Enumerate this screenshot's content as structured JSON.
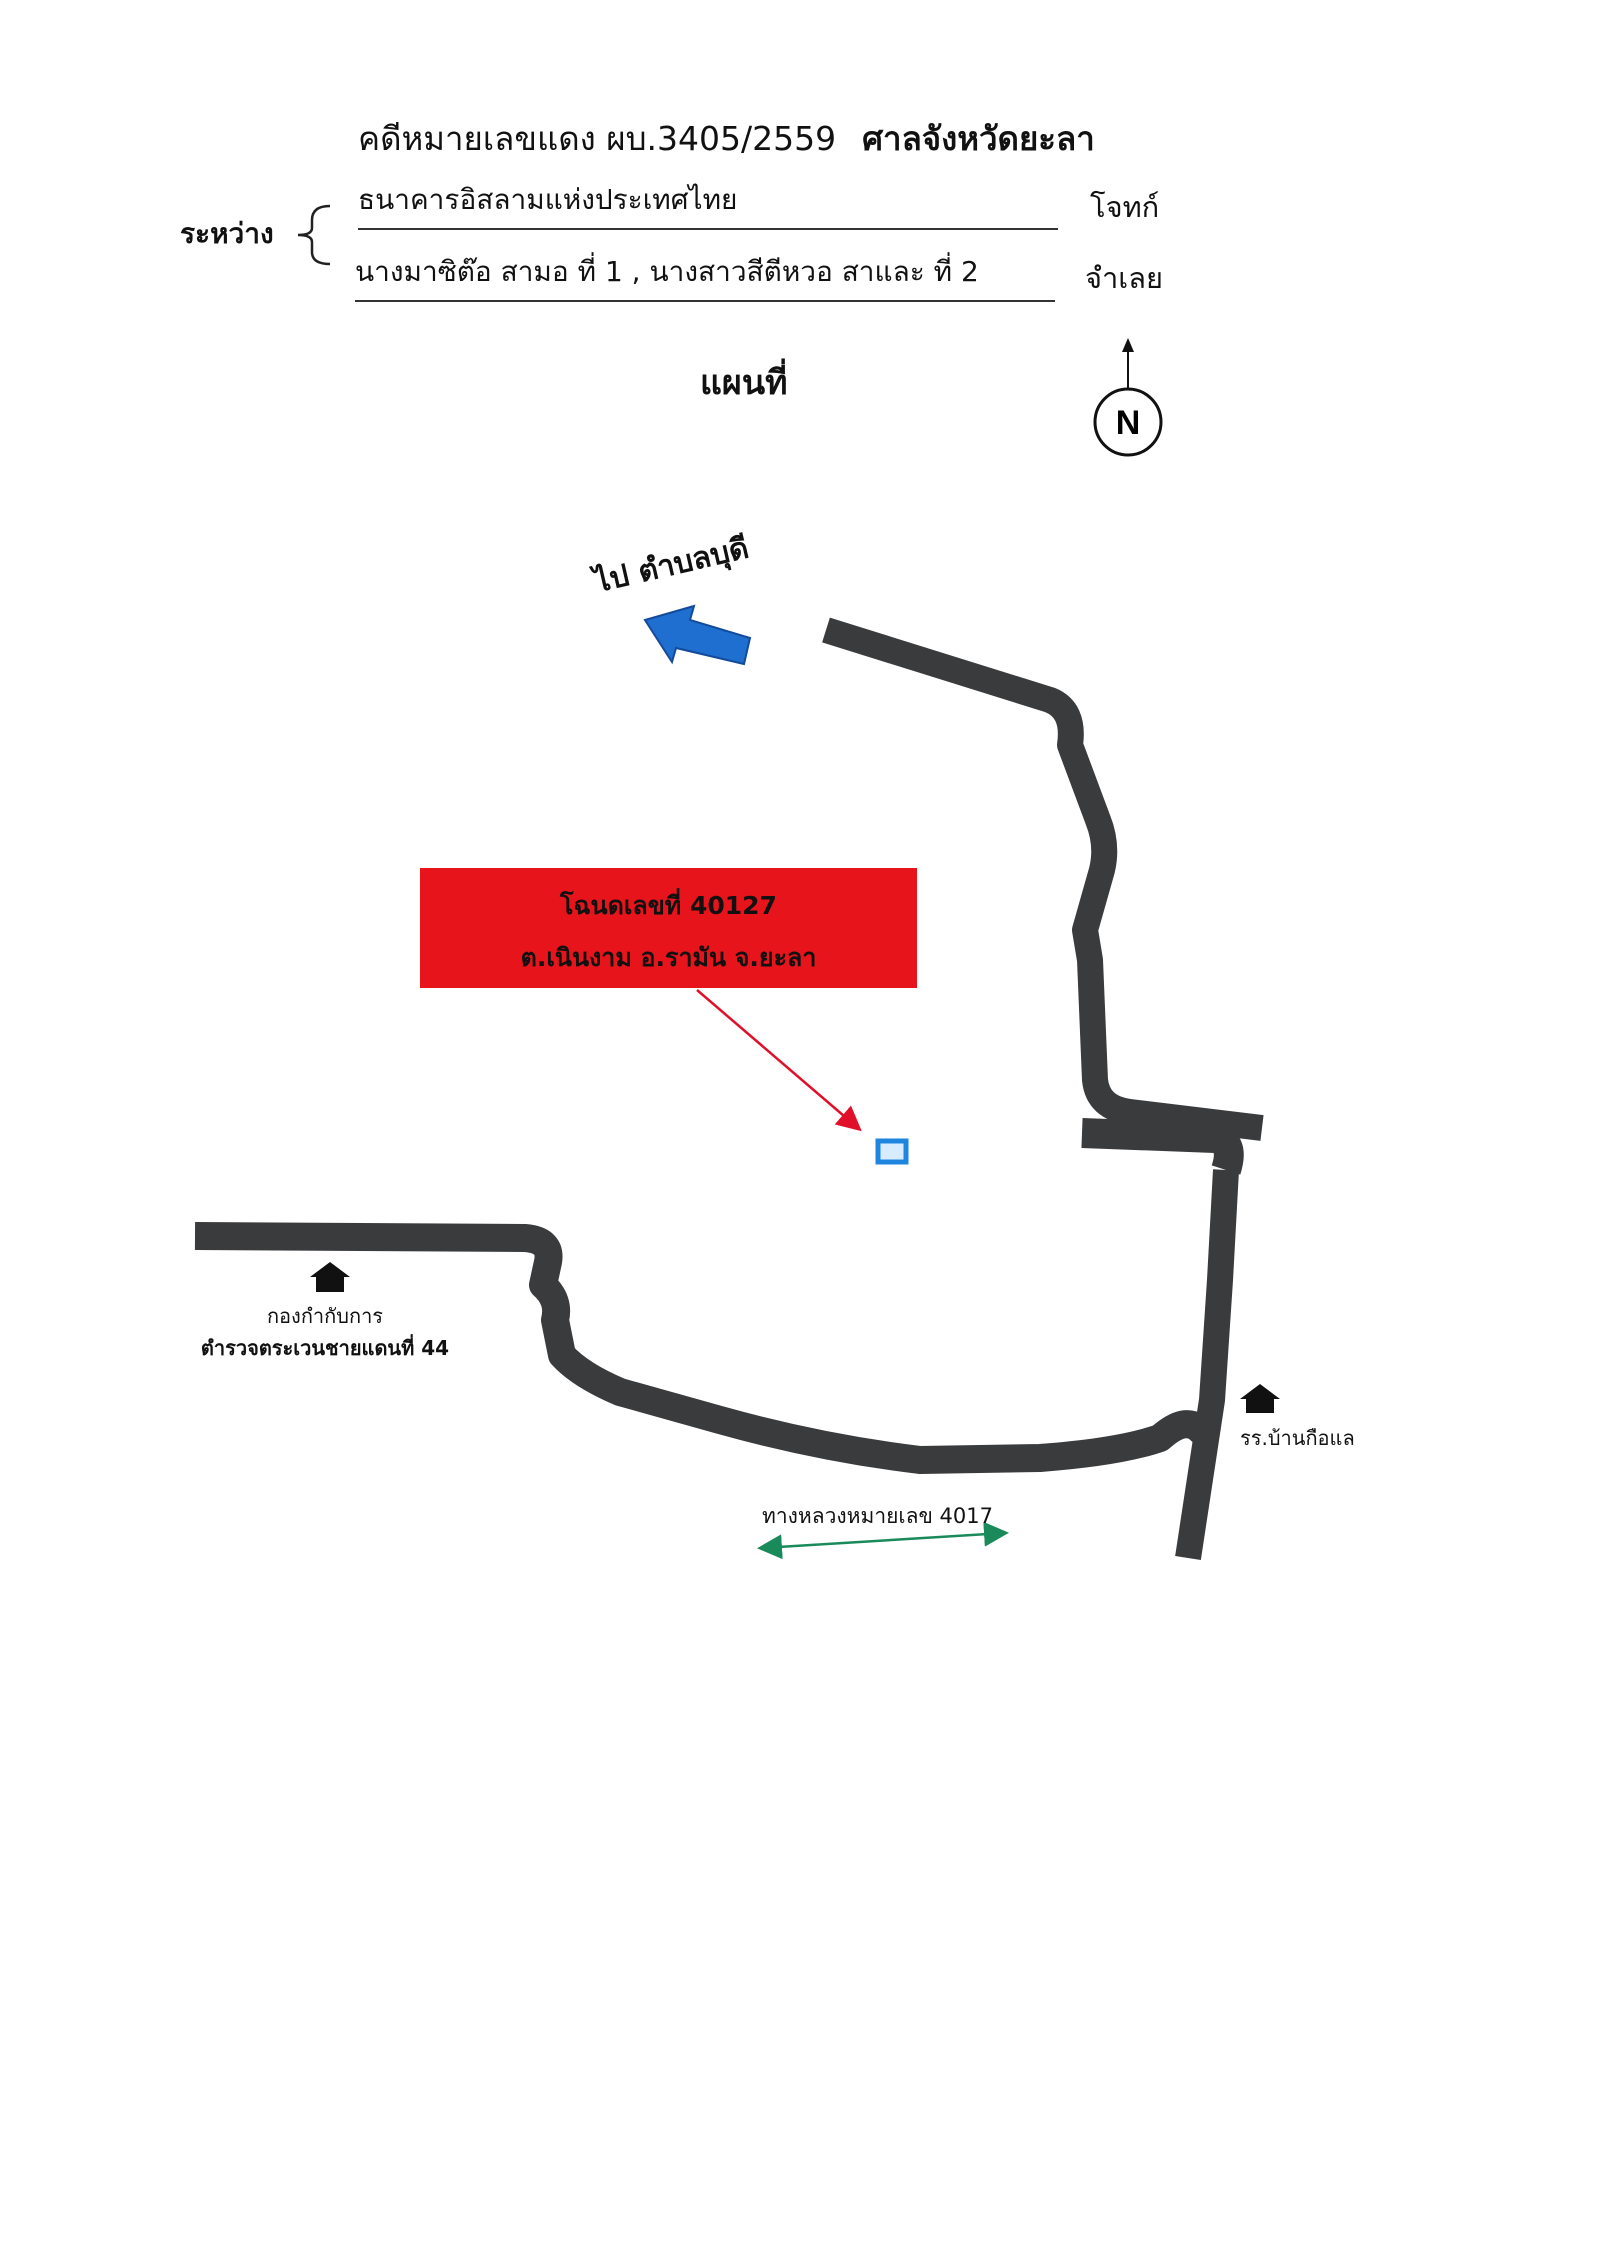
{
  "header": {
    "case_number": "คดีหมายเลขแดง ผบ.3405/2559",
    "court": "ศาลจังหวัดยะลา",
    "between_label": "ระหว่าง",
    "plaintiff": "ธนาคารอิสลามแห่งประเทศไทย",
    "plaintiff_role": "โจทก์",
    "defendant": "นางมาซิต๊อ สามอ ที่ 1 , นางสาวสีตีหวอ สาและ ที่ 2",
    "defendant_role": "จำเลย"
  },
  "map": {
    "title": "แผนที่",
    "north_label": "N",
    "goto_label": "ไป ตำบลบุดี",
    "deed": {
      "line1": "โฉนดเลขที่ 40127",
      "line2": "ต.เนินงาม อ.รามัน จ.ยะลา"
    },
    "camp_label_1": "กองกำกับการ",
    "camp_label_2": "ตำรวจตระเวนชายแดนที่ 44",
    "school_label": "รร.บ้านกือแล",
    "highway_label": "ทางหลวงหมายเลข 4017",
    "colors": {
      "road": "#3a3b3d",
      "deed_box": "#e8141c",
      "direction_arrow": "#1f6fd1",
      "pointer_arrow": "#e0102a",
      "highway_arrow": "#1a8a5a",
      "parcel_marker": "#1f86e0"
    },
    "icons": [
      "north-arrow-icon",
      "house-icon",
      "direction-arrow-icon"
    ]
  }
}
